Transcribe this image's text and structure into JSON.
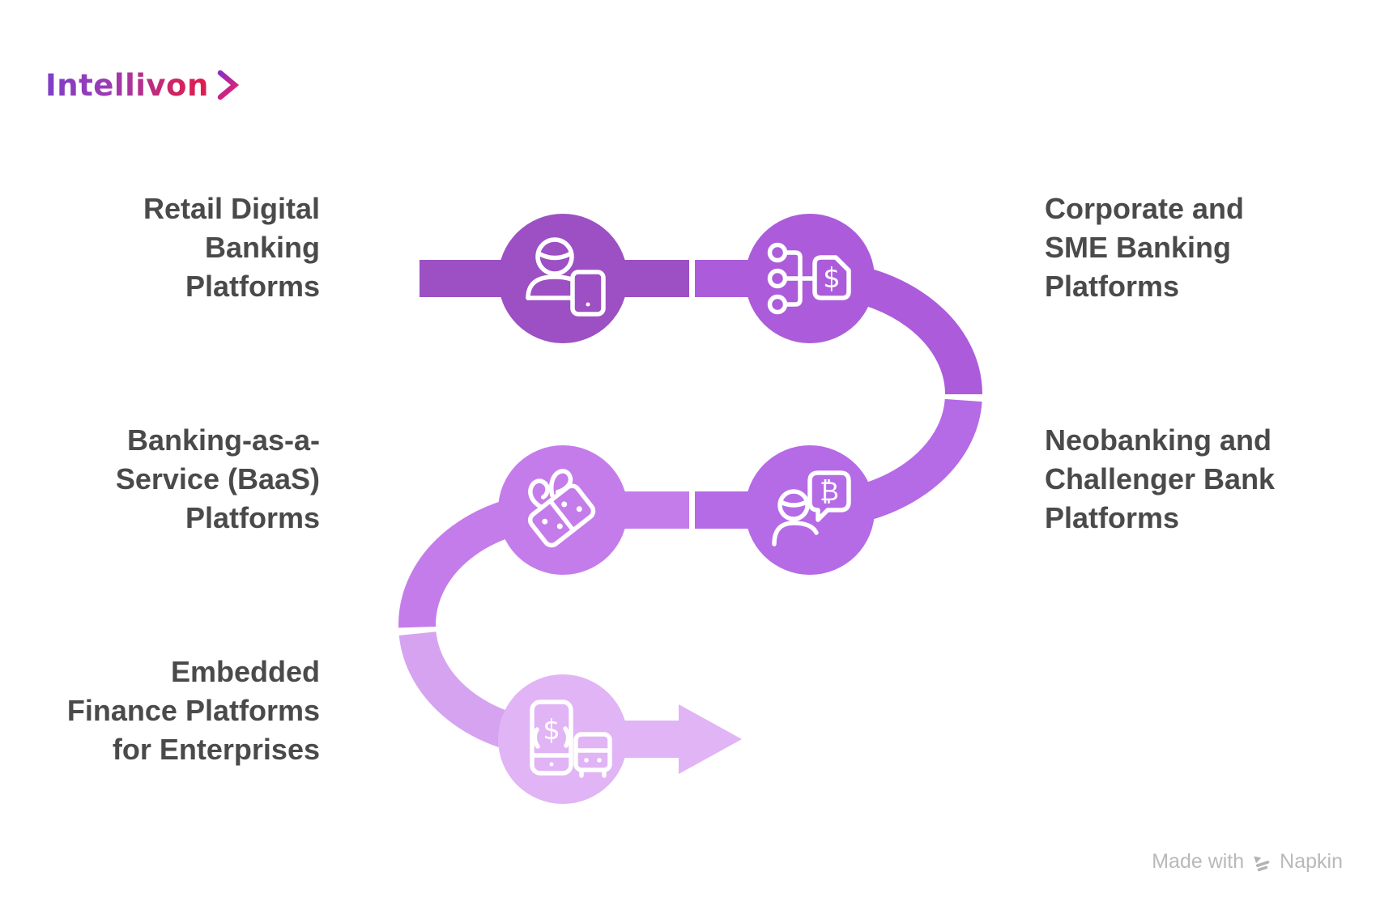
{
  "logo": {
    "text": "Intellivon",
    "chevron_icon": "chevron-right-icon"
  },
  "nodes": [
    {
      "id": 1,
      "label": "Retail Digital Banking Platforms",
      "label_lines": [
        "Retail Digital",
        "Banking",
        "Platforms"
      ],
      "icon": "user-tablet-icon",
      "color": "#9c50c3",
      "label_side": "left"
    },
    {
      "id": 2,
      "label": "Corporate and SME Banking Platforms",
      "label_lines": [
        "Corporate and",
        "SME Banking",
        "Platforms"
      ],
      "icon": "network-price-tag-icon",
      "color": "#ac5cda",
      "label_side": "right"
    },
    {
      "id": 3,
      "label": "Neobanking and Challenger Bank Platforms",
      "label_lines": [
        "Neobanking and",
        "Challenger Bank",
        "Platforms"
      ],
      "icon": "bitcoin-chat-icon",
      "color": "#b56ae6",
      "label_side": "right"
    },
    {
      "id": 4,
      "label": "Banking-as-a-Service (BaaS) Platforms",
      "label_lines": [
        "Banking-as-a-",
        "Service (BaaS)",
        "Platforms"
      ],
      "icon": "winged-money-icon",
      "color": "#c57ceb",
      "label_side": "left"
    },
    {
      "id": 5,
      "label": "Embedded Finance Platforms for Enterprises",
      "label_lines": [
        "Embedded",
        "Finance Platforms",
        "for Enterprises"
      ],
      "icon": "mobile-payment-icon",
      "color": "#e1b4f5",
      "label_side": "left"
    }
  ],
  "segments": [
    {
      "name": "start-bar",
      "color": "#9c50c3"
    },
    {
      "name": "bar-to-node2-and-right-curve-top",
      "color": "#ac5cda"
    },
    {
      "name": "right-curve-bottom-to-node3",
      "color": "#b56ae6"
    },
    {
      "name": "bar-to-node4-and-left-curve-top",
      "color": "#c57ceb"
    },
    {
      "name": "left-curve-bottom",
      "color": "#d6a3f1"
    },
    {
      "name": "arrow-out",
      "color": "#e1b4f5"
    }
  ],
  "icon_stroke_color": "#ffffff",
  "text_color": "#4a4a4a",
  "glyphs": {
    "dollar": "$",
    "bitcoin": "₿"
  },
  "credit": {
    "text_before": "Made with",
    "brand": "Napkin",
    "icon": "napkin-logo-icon",
    "color": "#b9b9b9"
  }
}
